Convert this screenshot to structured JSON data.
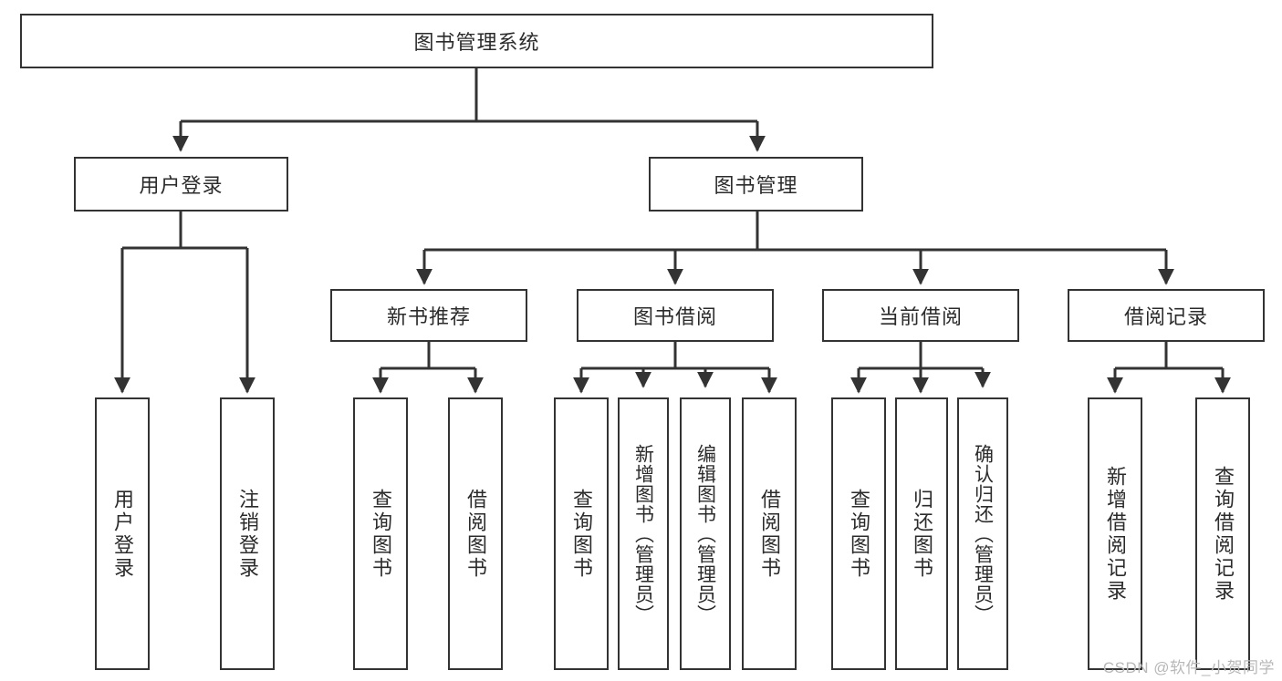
{
  "diagram": {
    "type": "tree-hierarchy",
    "title": "图书管理系统",
    "root": {
      "label": "图书管理系统"
    },
    "level2": [
      {
        "id": "user-login",
        "label": "用户登录"
      },
      {
        "id": "book-manage",
        "label": "图书管理"
      }
    ],
    "level3": [
      {
        "id": "new-book-recommend",
        "label": "新书推荐",
        "parent": "book-manage"
      },
      {
        "id": "book-borrow",
        "label": "图书借阅",
        "parent": "book-manage"
      },
      {
        "id": "current-borrow",
        "label": "当前借阅",
        "parent": "book-manage"
      },
      {
        "id": "borrow-record",
        "label": "借阅记录",
        "parent": "book-manage"
      }
    ],
    "leaves": [
      {
        "id": "leaf-user-login",
        "label": "用户登录",
        "parent": "user-login"
      },
      {
        "id": "leaf-logout",
        "label": "注销登录",
        "parent": "user-login"
      },
      {
        "id": "leaf-query-book-1",
        "label": "查询图书",
        "parent": "new-book-recommend"
      },
      {
        "id": "leaf-borrow-book-1",
        "label": "借阅图书",
        "parent": "new-book-recommend"
      },
      {
        "id": "leaf-query-book-2",
        "label": "查询图书",
        "parent": "book-borrow"
      },
      {
        "id": "leaf-add-book",
        "label": "新增图书（管理员）",
        "parent": "book-borrow"
      },
      {
        "id": "leaf-edit-book",
        "label": "编辑图书（管理员）",
        "parent": "book-borrow"
      },
      {
        "id": "leaf-borrow-book-2",
        "label": "借阅图书",
        "parent": "book-borrow"
      },
      {
        "id": "leaf-query-book-3",
        "label": "查询图书",
        "parent": "current-borrow"
      },
      {
        "id": "leaf-return-book",
        "label": "归还图书",
        "parent": "current-borrow"
      },
      {
        "id": "leaf-confirm-return",
        "label": "确认归还（管理员）",
        "parent": "current-borrow"
      },
      {
        "id": "leaf-add-record",
        "label": "新增借阅记录",
        "parent": "borrow-record"
      },
      {
        "id": "leaf-query-record",
        "label": "查询借阅记录",
        "parent": "borrow-record"
      }
    ]
  },
  "watermark": {
    "text": "CSDN @软件_小贺同学"
  },
  "colors": {
    "stroke": "#333333",
    "text": "#2b2b2b",
    "background": "#ffffff",
    "watermark": "#b8b8b8"
  }
}
